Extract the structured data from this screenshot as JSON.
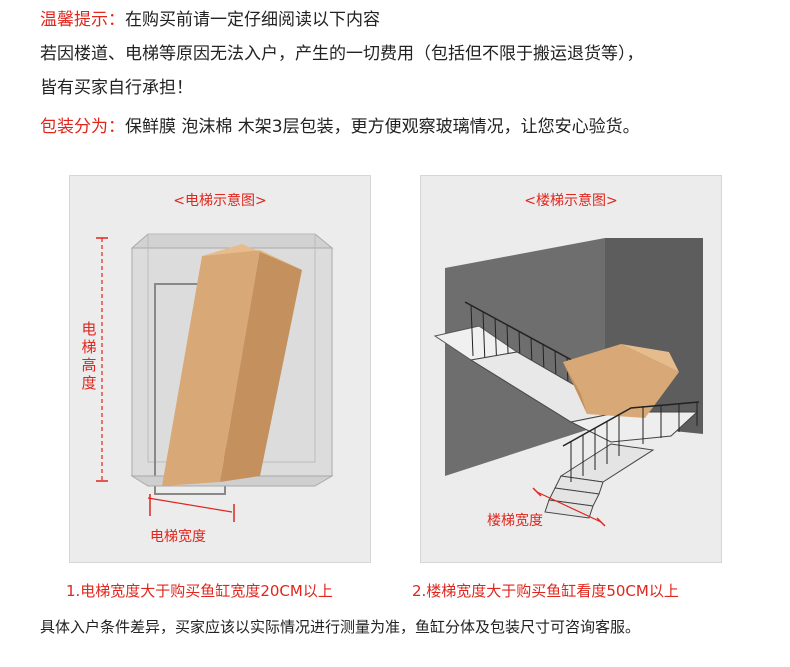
{
  "notice": {
    "label": "温馨提示：",
    "text": "在购买前请一定仔细阅读以下内容",
    "line2": "若因楼道、电梯等原因无法入户，产生的一切费用（包括但不限于搬运退货等），",
    "line3": "皆有买家自行承担！"
  },
  "packaging": {
    "label": "包装分为：",
    "text": "保鲜膜 泡沫棉 木架3层包装，更方便观察玻璃情况，让您安心验货。"
  },
  "elevator_panel": {
    "title": "<电梯示意图>",
    "height_label": [
      "电",
      "梯",
      "高",
      "度"
    ],
    "width_label": "电梯宽度"
  },
  "stairs_panel": {
    "title": "<楼梯示意图>",
    "width_label": "楼梯宽度"
  },
  "captions": {
    "elevator": "1.电梯宽度大于购买鱼缸宽度20CM以上",
    "stairs": "2.楼梯宽度大于购买鱼缸看度50CM以上"
  },
  "footer": "具体入户条件差异，买家应该以实际情况进行测量为准，鱼缸分体及包装尺寸可咨询客服。",
  "colors": {
    "accent": "#e0261d",
    "box": "#d9a877",
    "wall": "#6e6e6e"
  }
}
